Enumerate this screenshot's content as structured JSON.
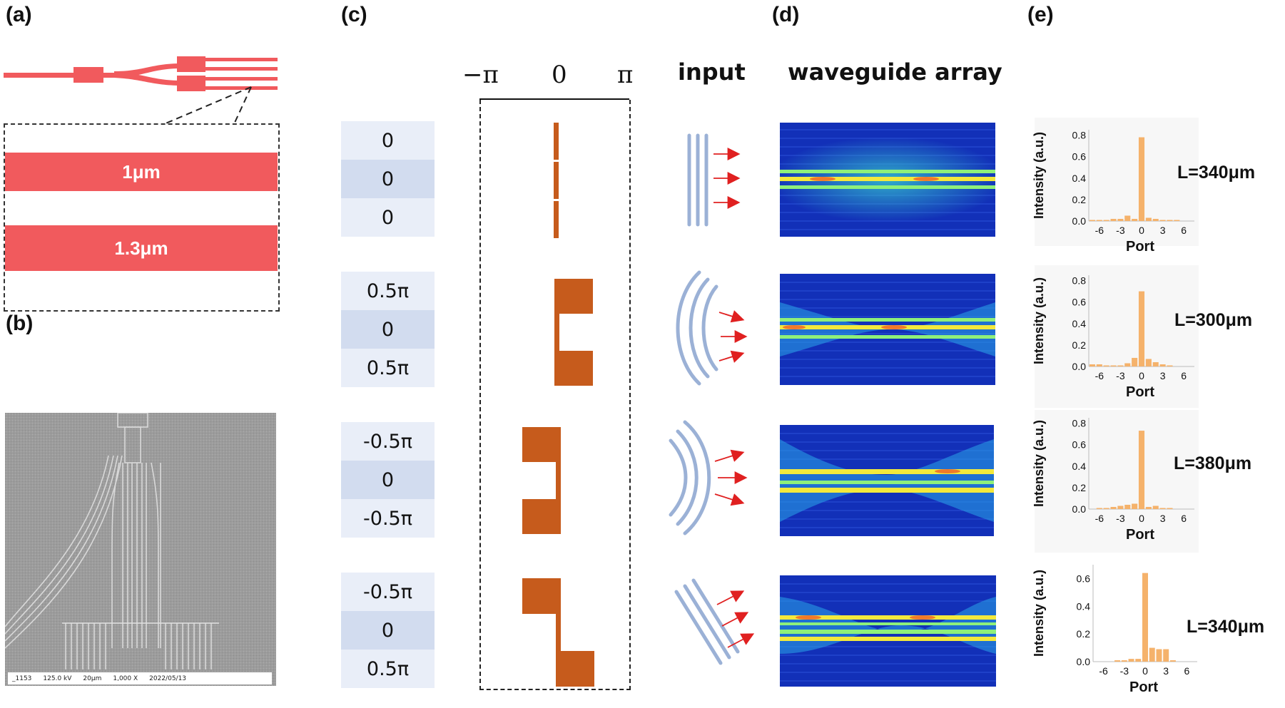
{
  "panel_labels": {
    "a": "(a)",
    "b": "(b)",
    "c": "(c)",
    "d": "(d)",
    "e": "(e)"
  },
  "panel_a": {
    "widths": [
      "1μm",
      "1.3μm"
    ]
  },
  "panel_b": {
    "sem_footer": {
      "detector": "_1153",
      "voltage": "125.0 kV",
      "scale": "20μm",
      "magnification": "1,000 X",
      "date": "2022/05/13"
    }
  },
  "panel_c": {
    "axis": {
      "left": "−π",
      "center": "0",
      "right": "π"
    },
    "rows": [
      [
        "0",
        "0",
        "0"
      ],
      [
        "0.5π",
        "0",
        "0.5π"
      ],
      [
        "-0.5π",
        "0",
        "-0.5π"
      ],
      [
        "-0.5π",
        "0",
        "0.5π"
      ]
    ]
  },
  "panel_d": {
    "input_header": "input",
    "array_header": "waveguide array",
    "colors": {
      "beam": "#9bb1d6",
      "arrow": "#e02020",
      "field_bg": "#1230b8",
      "field_hot": "#f3e93c"
    }
  },
  "panel_e": {
    "colors": {
      "bar": "#f5b26b"
    },
    "charts": [
      {
        "L": "L=340μm",
        "ylabel": "Intensity (a.u.)",
        "xlabel": "Port"
      },
      {
        "L": "L=300μm",
        "ylabel": "Intensity (a.u.)",
        "xlabel": "Port"
      },
      {
        "L": "L=380μm",
        "ylabel": "Intensity (a.u.)",
        "xlabel": "Port"
      },
      {
        "L": "L=340μm",
        "ylabel": "Intensity (a.u.)",
        "xlabel": "Port"
      }
    ]
  },
  "chart_data": [
    {
      "type": "bar",
      "title": "",
      "xlabel": "Port",
      "ylabel": "Intensity (a.u.)",
      "x": [
        -7,
        -6,
        -5,
        -4,
        -3,
        -2,
        -1,
        0,
        1,
        2,
        3,
        4,
        5,
        6,
        7
      ],
      "values": [
        0.01,
        0.01,
        0.01,
        0.02,
        0.02,
        0.05,
        0.02,
        0.78,
        0.03,
        0.02,
        0.01,
        0.01,
        0.01,
        0.0,
        0.0
      ],
      "xticks": [
        -6,
        -3,
        0,
        3,
        6
      ],
      "yticks": [
        "0.0",
        "0.2",
        "0.4",
        "0.6",
        "0.8"
      ],
      "ylim": [
        0,
        0.85
      ]
    },
    {
      "type": "bar",
      "title": "",
      "xlabel": "Port",
      "ylabel": "Intensity (a.u.)",
      "x": [
        -7,
        -6,
        -5,
        -4,
        -3,
        -2,
        -1,
        0,
        1,
        2,
        3,
        4,
        5,
        6,
        7
      ],
      "values": [
        0.02,
        0.02,
        0.01,
        0.01,
        0.01,
        0.03,
        0.08,
        0.7,
        0.07,
        0.04,
        0.02,
        0.01,
        0.0,
        0.0,
        0.0
      ],
      "xticks": [
        -6,
        -3,
        0,
        3,
        6
      ],
      "yticks": [
        "0.0",
        "0.2",
        "0.4",
        "0.6",
        "0.8"
      ],
      "ylim": [
        0,
        0.85
      ]
    },
    {
      "type": "bar",
      "title": "",
      "xlabel": "Port",
      "ylabel": "Intensity (a.u.)",
      "x": [
        -7,
        -6,
        -5,
        -4,
        -3,
        -2,
        -1,
        0,
        1,
        2,
        3,
        4,
        5,
        6,
        7
      ],
      "values": [
        0.0,
        0.01,
        0.01,
        0.02,
        0.03,
        0.04,
        0.05,
        0.73,
        0.02,
        0.03,
        0.01,
        0.01,
        0.0,
        0.0,
        0.0
      ],
      "xticks": [
        -6,
        -3,
        0,
        3,
        6
      ],
      "yticks": [
        "0.0",
        "0.2",
        "0.4",
        "0.6",
        "0.8"
      ],
      "ylim": [
        0,
        0.85
      ]
    },
    {
      "type": "bar",
      "title": "",
      "xlabel": "Port",
      "ylabel": "Intensity (a.u.)",
      "x": [
        -7,
        -6,
        -5,
        -4,
        -3,
        -2,
        -1,
        0,
        1,
        2,
        3,
        4,
        5,
        6,
        7
      ],
      "values": [
        0.0,
        0.0,
        0.0,
        0.01,
        0.01,
        0.02,
        0.02,
        0.64,
        0.1,
        0.09,
        0.09,
        0.01,
        0.0,
        0.0,
        0.0
      ],
      "xticks": [
        -6,
        -3,
        0,
        3,
        6
      ],
      "yticks": [
        "0.0",
        "0.2",
        "0.4",
        "0.6"
      ],
      "ylim": [
        0,
        0.7
      ]
    }
  ]
}
